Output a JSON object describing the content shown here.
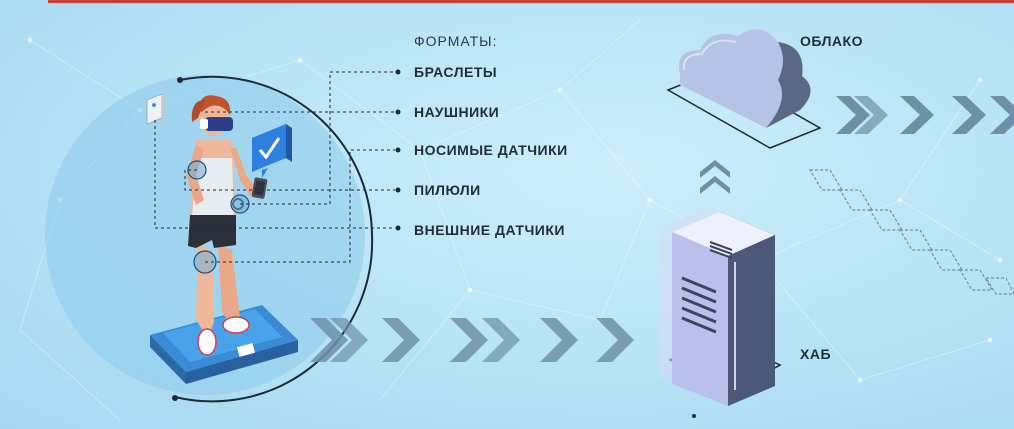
{
  "formats_title": "ФОРМАТЫ:",
  "formats": [
    "БРАСЛЕТЫ",
    "НАУШНИКИ",
    "НОСИМЫЕ ДАТЧИКИ",
    "ПИЛЮЛИ",
    "ВНЕШНИЕ ДАТЧИКИ"
  ],
  "cloud_label": "ОБЛАКО",
  "hub_label": "ХАБ",
  "colors": {
    "accent_red": "#c9403a",
    "circle": "#7fc6e8",
    "arrow": "#6e8fa8",
    "server": "#c8cff0",
    "cloud": "#a9b8dc"
  },
  "icons": [
    "person-icon",
    "smartphone-icon",
    "check-badge-icon",
    "wall-sensor-icon",
    "scale-icon",
    "cloud-icon",
    "server-icon",
    "chevron-arrow-icon"
  ]
}
